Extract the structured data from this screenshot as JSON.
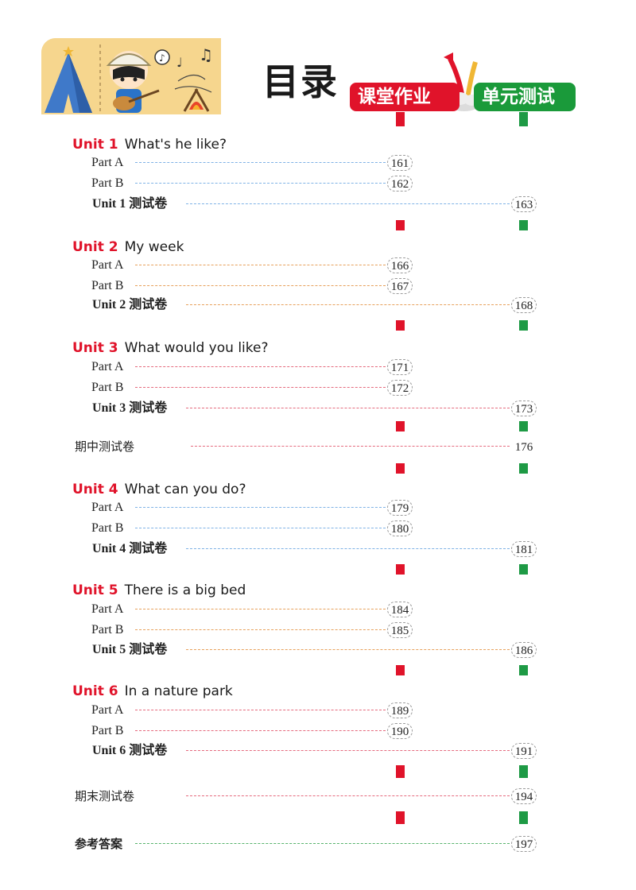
{
  "header": {
    "title": "目录",
    "badge_class": "课堂作业",
    "badge_unit": "单元测试",
    "colors": {
      "red": "#e0132a",
      "green": "#1a9a3a"
    }
  },
  "units": [
    {
      "num": "Unit 1",
      "name": "What's he like?",
      "part_a": {
        "label": "Part A",
        "page": "161"
      },
      "part_b": {
        "label": "Part B",
        "page": "162"
      },
      "test": {
        "label": "Unit 1 测试卷",
        "page": "163"
      }
    },
    {
      "num": "Unit 2",
      "name": "My week",
      "part_a": {
        "label": "Part A",
        "page": "166"
      },
      "part_b": {
        "label": "Part B",
        "page": "167"
      },
      "test": {
        "label": "Unit 2 测试卷",
        "page": "168"
      }
    },
    {
      "num": "Unit 3",
      "name": "What would you like?",
      "part_a": {
        "label": "Part A",
        "page": "171"
      },
      "part_b": {
        "label": "Part B",
        "page": "172"
      },
      "test": {
        "label": "Unit 3 测试卷",
        "page": "173"
      }
    },
    {
      "num": "Unit 4",
      "name": "What can you do?",
      "part_a": {
        "label": "Part A",
        "page": "179"
      },
      "part_b": {
        "label": "Part B",
        "page": "180"
      },
      "test": {
        "label": "Unit 4 测试卷",
        "page": "181"
      }
    },
    {
      "num": "Unit 5",
      "name": "There is a big bed",
      "part_a": {
        "label": "Part A",
        "page": "184"
      },
      "part_b": {
        "label": "Part B",
        "page": "185"
      },
      "test": {
        "label": "Unit 5 测试卷",
        "page": "186"
      }
    },
    {
      "num": "Unit 6",
      "name": "In a nature park",
      "part_a": {
        "label": "Part A",
        "page": "189"
      },
      "part_b": {
        "label": "Part B",
        "page": "190"
      },
      "test": {
        "label": "Unit 6 测试卷",
        "page": "191"
      }
    }
  ],
  "midterm": {
    "label": "期中测试卷",
    "page": "176"
  },
  "final": {
    "label": "期末测试卷",
    "page": "194"
  },
  "answers": {
    "label": "参考答案",
    "page": "197"
  }
}
